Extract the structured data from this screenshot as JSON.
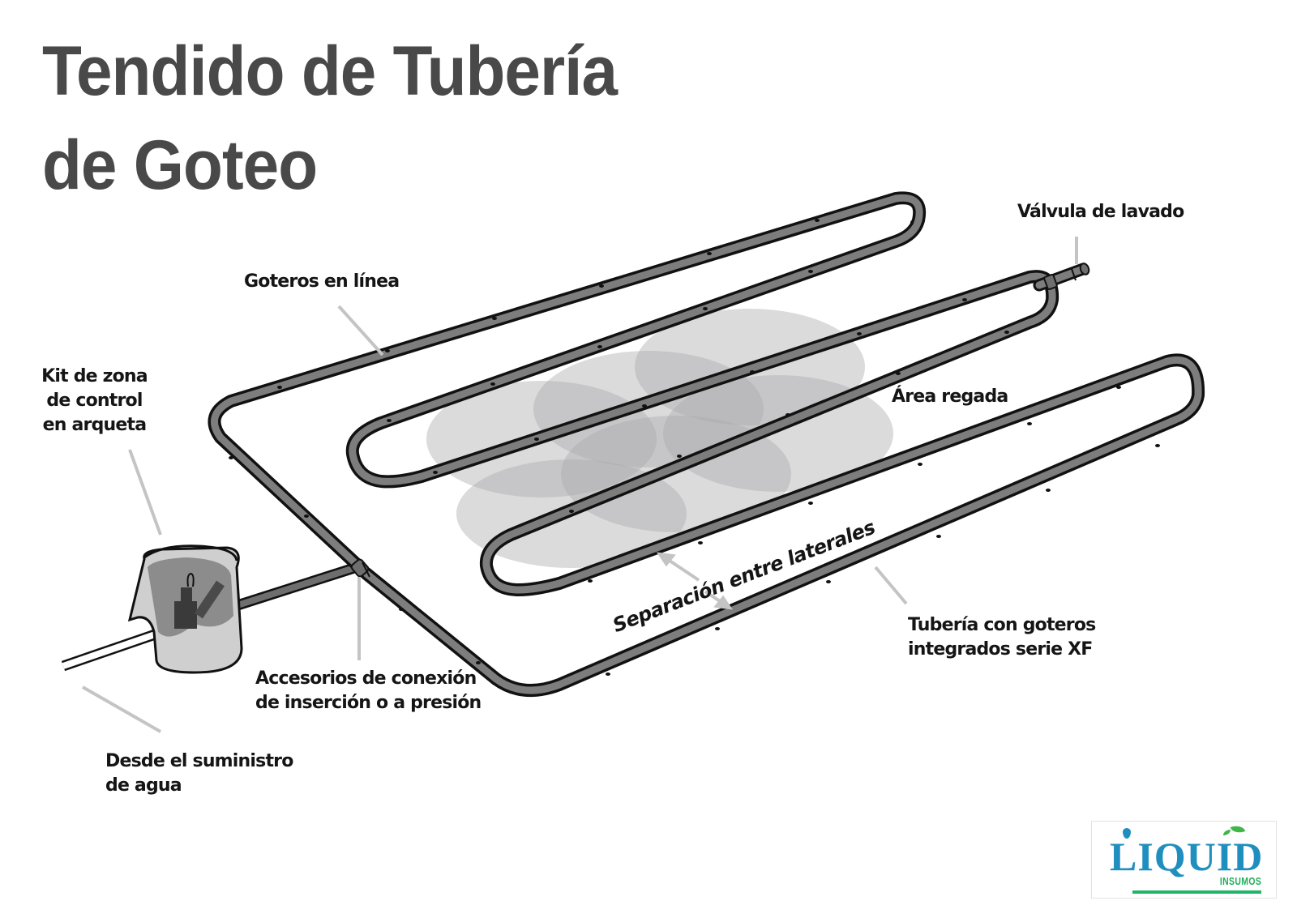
{
  "title": {
    "line1": "Tendido de Tubería",
    "line2": "de Goteo"
  },
  "labels": {
    "flush_valve": "Válvula de lavado",
    "inline_emitters": "Goteros en línea",
    "control_zone_kit": [
      "Kit de zona",
      "de control",
      "en arqueta"
    ],
    "watered_area": "Área regada",
    "lateral_spacing": "Separación entre laterales",
    "xf_tubing": [
      "Tubería con goteros",
      "integrados serie XF"
    ],
    "fittings": [
      "Accesorios de conexión",
      "de inserción o a presión"
    ],
    "water_supply": [
      "Desde el suministro",
      "de agua"
    ]
  },
  "logo": {
    "word": "LIQUID",
    "sub": "INSUMOS"
  },
  "colors": {
    "title": "#4a494a",
    "pipe_fill": "#7d7d7d",
    "pipe_outline": "#111111",
    "leader": "#c4c4c4",
    "watered_area": "#c8c9ca",
    "logo_blue": "#1f8fbf",
    "logo_green": "#22b56a"
  }
}
